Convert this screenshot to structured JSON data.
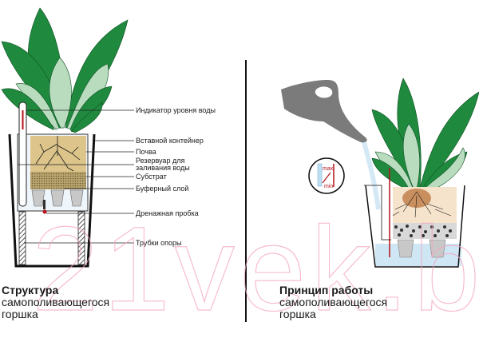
{
  "watermark": "21vek.by",
  "left_panel": {
    "caption_title": "Структура",
    "caption_line2": "самополивающегося",
    "caption_line3": "горшка",
    "labels": [
      {
        "id": "water-level-indicator",
        "text": "Индикатор уровня воды"
      },
      {
        "id": "insert-container",
        "text": "Вставной контейнер"
      },
      {
        "id": "soil",
        "text": "Почва"
      },
      {
        "id": "water-reservoir",
        "text": "Резервуар для\nзаливания воды"
      },
      {
        "id": "substrate",
        "text": "Субстрат"
      },
      {
        "id": "buffer-layer",
        "text": "Буферный слой"
      },
      {
        "id": "drain-plug",
        "text": "Дренажная пробка"
      },
      {
        "id": "support-tubes",
        "text": "Трубки опоры"
      }
    ]
  },
  "right_panel": {
    "caption_title": "Принцип работы",
    "caption_line2": "самополивающегося",
    "caption_line3": "горшка",
    "indicator_inset": {
      "max_label": "max",
      "min_label": "min"
    }
  },
  "colors": {
    "leaf_dark": "#1f8a3e",
    "leaf_light": "#b9dcbf",
    "soil": "#dcc48a",
    "substrate": "#b9a46e",
    "water": "#cfe6f4",
    "can_gray": "#7b7b7b",
    "indicator_red": "#b5121b",
    "watermark_pink": "#f4a6bf"
  }
}
